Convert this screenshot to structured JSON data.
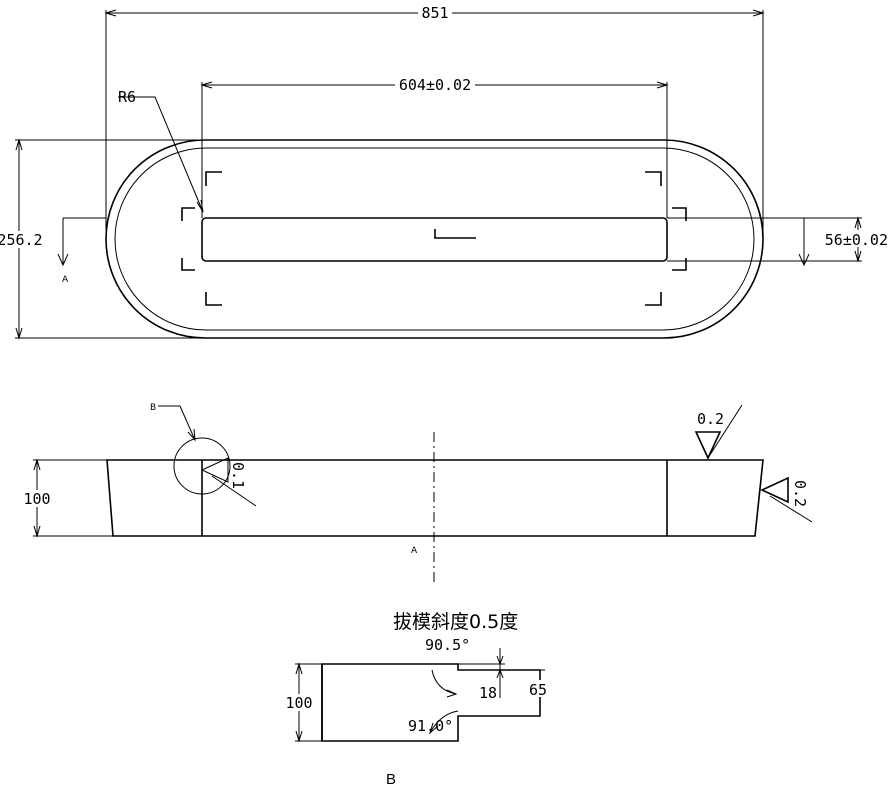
{
  "top_view": {
    "overall_length": "851",
    "slot_length": "604±0.02",
    "corner_radius": "R6",
    "overall_width": "256.2",
    "slot_width": "56±0.02",
    "section_mark": "A"
  },
  "front_view": {
    "detail_mark": "B",
    "height": "100",
    "flatness_left": "0.1",
    "flatness_top": "0.2",
    "flatness_right": "0.2",
    "section_mark": "A"
  },
  "detail_b": {
    "draft_note": "拔模斜度0.5度",
    "angle_top": "90.5°",
    "angle_bottom": "91.0°",
    "height": "100",
    "step_depth": "18",
    "step_height": "65",
    "view_label": "B"
  }
}
